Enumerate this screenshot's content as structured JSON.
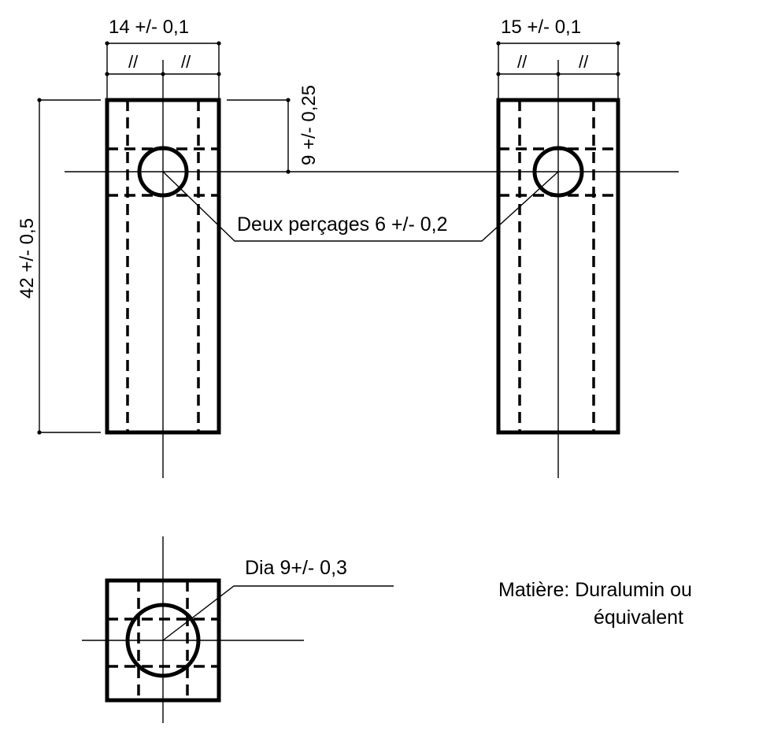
{
  "dimensions": {
    "left_part_width": "14 +/- 0,1",
    "right_part_width": "15 +/- 0,1",
    "hole_position": "9 +/- 0,25",
    "overall_length": "42 +/- 0,5",
    "parallel_mark": "//"
  },
  "annotations": {
    "holes": "Deux perçages 6 +/- 0,2",
    "diameter": "Dia 9+/- 0,3",
    "material_line1": "Matière: Duralumin ou",
    "material_line2": "équivalent"
  }
}
